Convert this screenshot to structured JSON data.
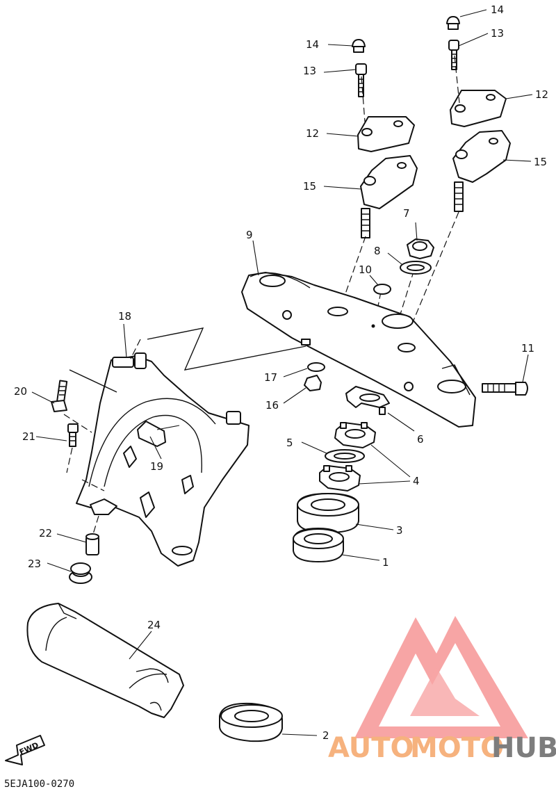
{
  "diagram": {
    "callouts": [
      "1",
      "2",
      "3",
      "4",
      "5",
      "6",
      "7",
      "8",
      "9",
      "10",
      "11",
      "12",
      "12",
      "13",
      "13",
      "14",
      "14",
      "15",
      "15",
      "16",
      "17",
      "18",
      "19",
      "20",
      "21",
      "22",
      "23",
      "24"
    ],
    "fwd_label": "FWD",
    "drawing_code": "5EJA100-0270"
  },
  "watermark": {
    "word1": "AUTO",
    "word2": "MOTO",
    "word3": "HUB",
    "colors": {
      "logo": "#f25c5c",
      "auto_moto": "#f6b27e",
      "hub": "#7d7d7d"
    }
  }
}
